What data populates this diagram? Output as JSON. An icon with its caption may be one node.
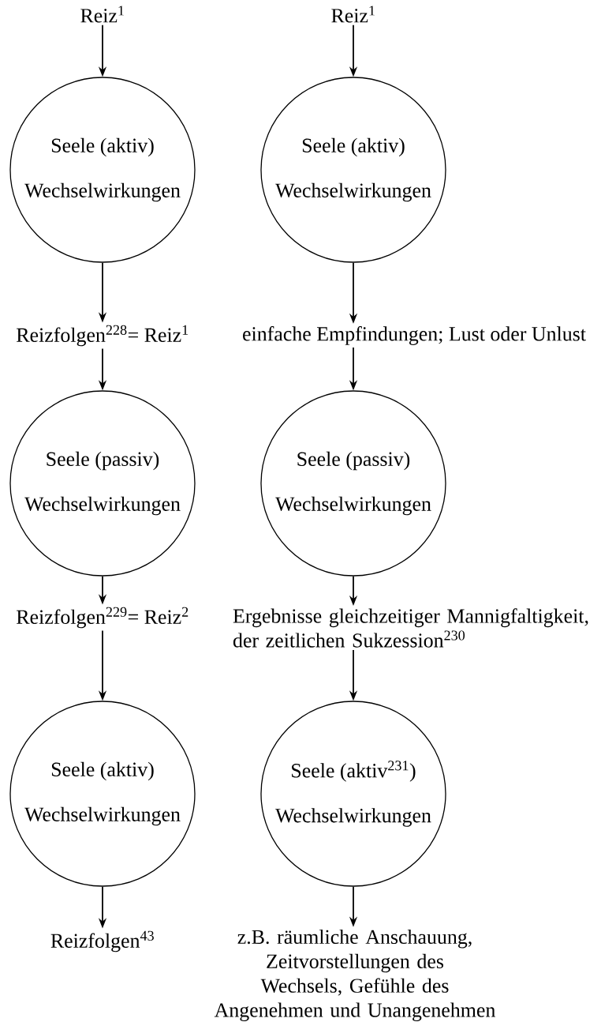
{
  "diagram": {
    "nodes": [
      {
        "text": [
          "Reiz$^{1}$"
        ]
      },
      {
        "text": [
          "Reiz$^{1}$"
        ]
      },
      {
        "text": [
          "Seele (aktiv)",
          "Wechselwirkungen"
        ]
      },
      {
        "text": [
          "Seele (aktiv)",
          "Wechselwirkungen"
        ]
      },
      {
        "text": [
          "Reizfolgen$^{228}$= Reiz$^{1}$"
        ]
      },
      {
        "text": [
          "einfache Empfindungen; Lust oder Unlust"
        ]
      },
      {
        "text": [
          "Seele (passiv)",
          "Wechselwirkungen"
        ]
      },
      {
        "text": [
          "Seele (passiv)",
          "Wechselwirkungen"
        ]
      },
      {
        "text": [
          "Reizfolgen$^{229}$= Reiz$^{2}$"
        ]
      },
      {
        "text": [
          "Ergebnisse gleichzeitiger Mannigfaltigkeit, der zeitlichen Sukzession$^{230}$"
        ]
      },
      {
        "text": [
          "Seele (aktiv)",
          "Wechselwirkungen"
        ]
      },
      {
        "text": [
          "Seele (aktiv$^{231}$)",
          "Wechselwirkungen"
        ]
      },
      {
        "text": [
          "Reizfolgen$^{43}$"
        ]
      },
      {
        "text": [
          "z.B. räumliche Anschauung, Zeitvorstellungen des Wechsels, Gefühle des Angenehmen und Unangenehmen"
        ]
      }
    ],
    "edges": [
      {
        "from": 0,
        "to": 2,
        "arrow": "to"
      },
      {
        "from": 2,
        "to": 4,
        "arrow": "to"
      },
      {
        "from": 4,
        "to": 6,
        "arrow": "to"
      },
      {
        "from": 6,
        "to": 8,
        "arrow": "to"
      },
      {
        "from": 8,
        "to": 10,
        "arrow": "to"
      },
      {
        "from": 10,
        "to": 12,
        "arrow": "to"
      },
      {
        "from": 1,
        "to": 3,
        "arrow": "to"
      },
      {
        "from": 3,
        "to": 5,
        "arrow": "to"
      },
      {
        "from": 5,
        "to": 7,
        "arrow": "to"
      },
      {
        "from": 7,
        "to": 9,
        "arrow": "to"
      },
      {
        "from": 9,
        "to": 11,
        "arrow": "to"
      },
      {
        "from": 11,
        "to": 13,
        "arrow": "to"
      }
    ]
  }
}
